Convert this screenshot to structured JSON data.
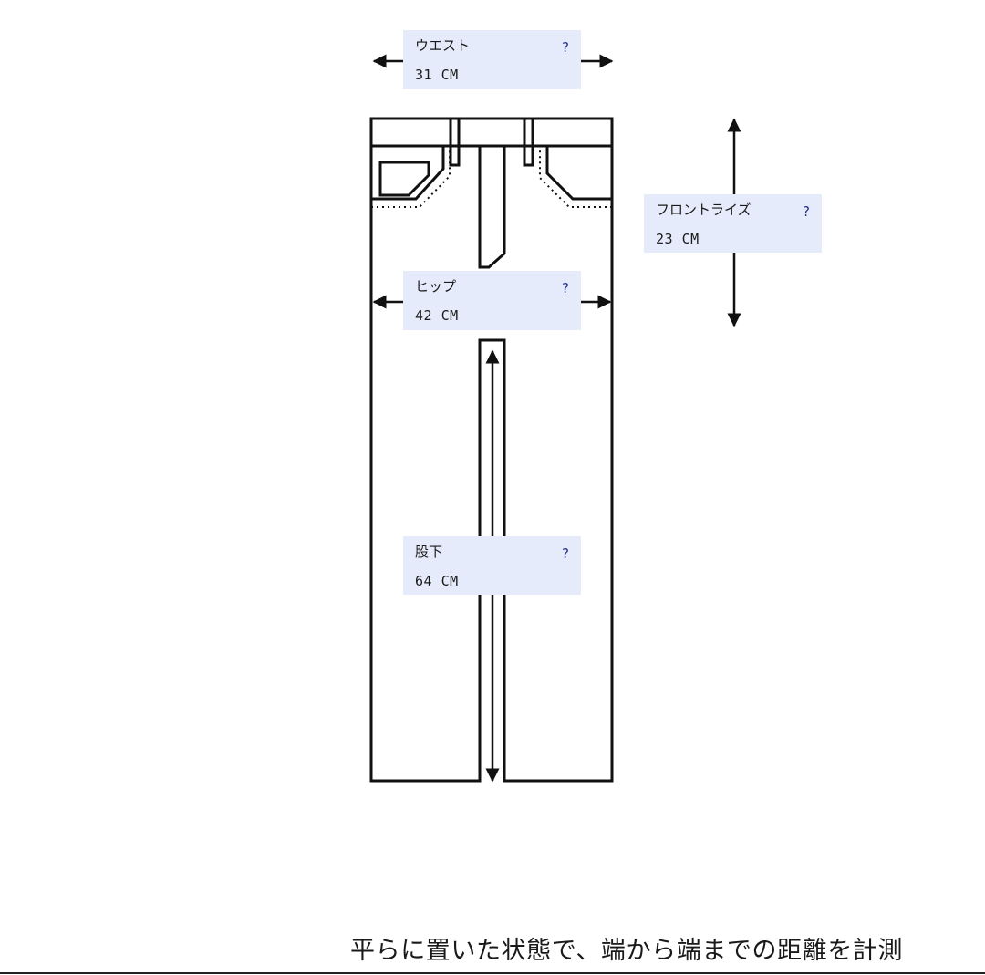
{
  "measurements": {
    "waist": {
      "name": "ウエスト",
      "value": "31 CM",
      "help": "?"
    },
    "front_rise": {
      "name": "フロントライズ",
      "value": "23 CM",
      "help": "?"
    },
    "hip": {
      "name": "ヒップ",
      "value": "42 CM",
      "help": "?"
    },
    "inseam": {
      "name": "股下",
      "value": "64 CM",
      "help": "?"
    }
  },
  "caption": "平らに置いた状態で、端から端までの距離を計測",
  "colors": {
    "label_bg": "#e6ebfb",
    "help_mark": "#24338a",
    "line": "#111111"
  }
}
